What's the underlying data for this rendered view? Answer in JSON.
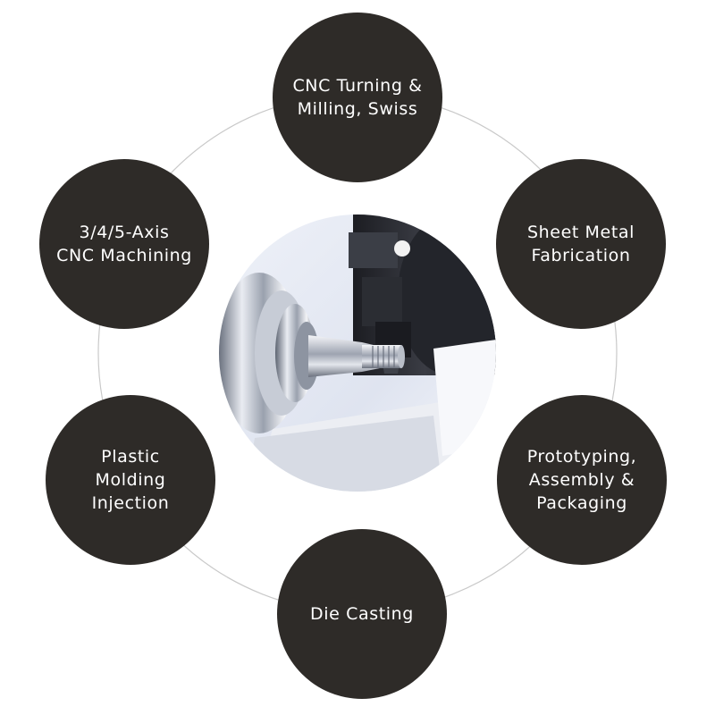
{
  "colors": {
    "node_background": "#2e2b28",
    "node_text": "#ffffff",
    "ring_line": "#c9c9c9"
  },
  "diagram": {
    "type": "radial-cycle",
    "center": {
      "image": "cnc-lathe-photo"
    },
    "nodes": [
      {
        "label": "CNC Turning &\nMilling, Swiss"
      },
      {
        "label": "Sheet Metal\nFabrication"
      },
      {
        "label": "Prototyping,\nAssembly &\nPackaging"
      },
      {
        "label": "Die Casting"
      },
      {
        "label": "Plastic\nMolding\nInjection"
      },
      {
        "label": "3/4/5-Axis\nCNC Machining"
      }
    ]
  }
}
